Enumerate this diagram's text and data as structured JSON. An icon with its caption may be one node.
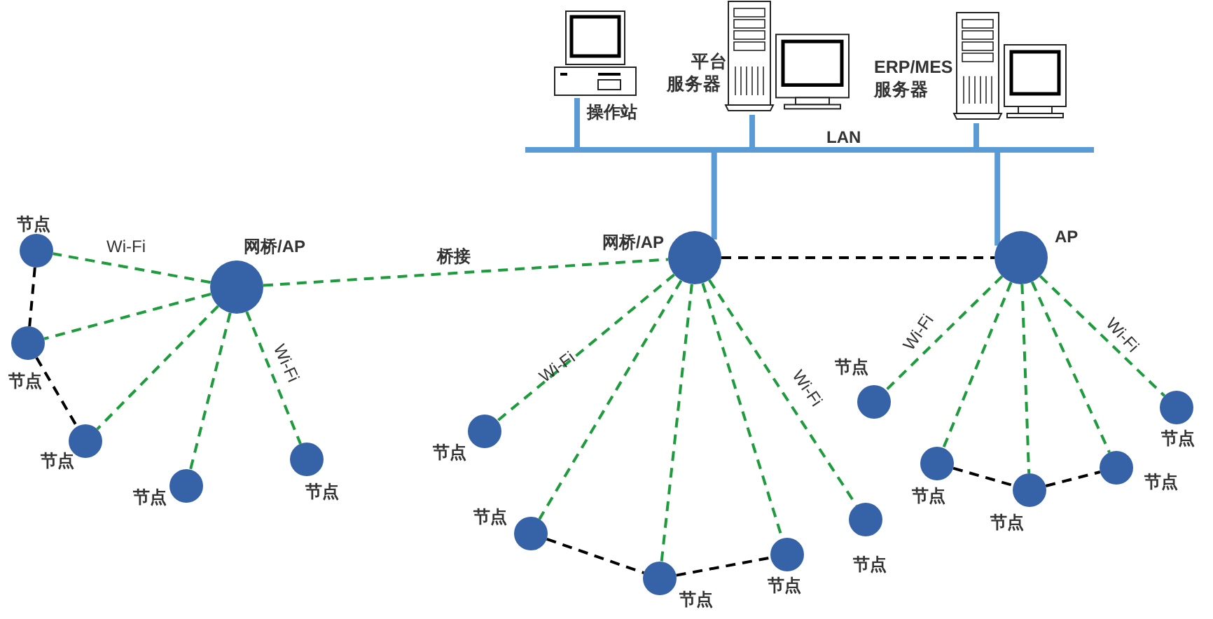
{
  "diagram": {
    "nodes": [
      {
        "text": [
          "操作站"
        ]
      },
      {
        "text": [
          "平台服务器"
        ]
      },
      {
        "text": [
          "ERP/MES服务器"
        ]
      },
      {
        "text": [
          "LAN"
        ]
      },
      {
        "text": [
          "网桥/AP"
        ]
      },
      {
        "text": [
          "网桥/AP"
        ]
      },
      {
        "text": [
          "AP"
        ]
      },
      {
        "text": [
          "节点"
        ]
      },
      {
        "text": [
          "节点"
        ]
      },
      {
        "text": [
          "节点"
        ]
      },
      {
        "text": [
          "节点"
        ]
      },
      {
        "text": [
          "节点"
        ]
      },
      {
        "text": [
          "节点"
        ]
      },
      {
        "text": [
          "节点"
        ]
      },
      {
        "text": [
          "节点"
        ]
      },
      {
        "text": [
          "节点"
        ]
      },
      {
        "text": [
          "节点"
        ]
      },
      {
        "text": [
          "节点"
        ]
      },
      {
        "text": [
          "节点"
        ]
      },
      {
        "text": [
          "节点"
        ]
      },
      {
        "text": [
          "节点"
        ]
      },
      {
        "text": [
          "节点"
        ]
      }
    ],
    "edges": [
      {
        "from": 0,
        "to": 3,
        "arrow": "none",
        "style": "thick",
        "color": "#5b9bd5"
      },
      {
        "from": 1,
        "to": 3,
        "arrow": "none",
        "style": "thick",
        "color": "#5b9bd5"
      },
      {
        "from": 2,
        "to": 3,
        "arrow": "none",
        "style": "thick",
        "color": "#5b9bd5"
      },
      {
        "from": 3,
        "to": 5,
        "arrow": "none",
        "style": "thick",
        "color": "#5b9bd5"
      },
      {
        "from": 3,
        "to": 6,
        "arrow": "none",
        "style": "thick",
        "color": "#5b9bd5"
      },
      {
        "from": 4,
        "to": 5,
        "arrow": "none",
        "style": "dashed",
        "label": "桥接"
      },
      {
        "from": 5,
        "to": 6,
        "arrow": "none",
        "style": "dashed",
        "color": "#000000"
      },
      {
        "from": 4,
        "to": 7,
        "arrow": "none",
        "style": "dashed",
        "label": "Wi-Fi"
      },
      {
        "from": 4,
        "to": 8,
        "arrow": "none",
        "style": "dashed"
      },
      {
        "from": 4,
        "to": 9,
        "arrow": "none",
        "style": "dashed"
      },
      {
        "from": 4,
        "to": 10,
        "arrow": "none",
        "style": "dashed"
      },
      {
        "from": 4,
        "to": 11,
        "arrow": "none",
        "style": "dashed",
        "label": "Wi-Fi"
      },
      {
        "from": 7,
        "to": 8,
        "arrow": "none",
        "style": "dashed",
        "color": "#000000"
      },
      {
        "from": 8,
        "to": 9,
        "arrow": "none",
        "style": "dashed",
        "color": "#000000"
      },
      {
        "from": 5,
        "to": 12,
        "arrow": "none",
        "style": "dashed",
        "label": "Wi-Fi"
      },
      {
        "from": 5,
        "to": 13,
        "arrow": "none",
        "style": "dashed"
      },
      {
        "from": 5,
        "to": 14,
        "arrow": "none",
        "style": "dashed"
      },
      {
        "from": 5,
        "to": 15,
        "arrow": "none",
        "style": "dashed"
      },
      {
        "from": 5,
        "to": 16,
        "arrow": "none",
        "style": "dashed",
        "label": "Wi-Fi"
      },
      {
        "from": 13,
        "to": 14,
        "arrow": "none",
        "style": "dashed",
        "color": "#000000"
      },
      {
        "from": 14,
        "to": 15,
        "arrow": "none",
        "style": "dashed",
        "color": "#000000"
      },
      {
        "from": 6,
        "to": 17,
        "arrow": "none",
        "style": "dashed",
        "label": "Wi-Fi"
      },
      {
        "from": 6,
        "to": 18,
        "arrow": "none",
        "style": "dashed"
      },
      {
        "from": 6,
        "to": 19,
        "arrow": "none",
        "style": "dashed"
      },
      {
        "from": 6,
        "to": 20,
        "arrow": "none",
        "style": "dashed"
      },
      {
        "from": 6,
        "to": 21,
        "arrow": "none",
        "style": "dashed",
        "label": "Wi-Fi"
      },
      {
        "from": 18,
        "to": 19,
        "arrow": "none",
        "style": "dashed",
        "color": "#000000"
      },
      {
        "from": 19,
        "to": 20,
        "arrow": "none",
        "style": "dashed",
        "color": "#000000"
      }
    ]
  }
}
